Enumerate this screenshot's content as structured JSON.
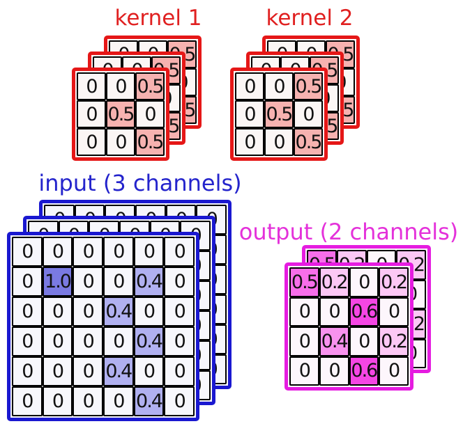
{
  "titles": {
    "kernel1": "kernel 1",
    "kernel2": "kernel 2",
    "input": "input (3 channels)",
    "output": "output (2 channels)"
  },
  "colors": {
    "background": "#ffffff",
    "kernel_stroke": "#e51717",
    "kernel_title": "#e02020",
    "input_stroke": "#1a18d0",
    "input_title": "#2424cc",
    "output_stroke": "#e51ce0",
    "output_title": "#e431da",
    "cell_border": "#000000",
    "cell_text": "#111111"
  },
  "stacks": {
    "kernel1": {
      "channels": 3,
      "rows": [
        [
          "0",
          "0",
          "0.5"
        ],
        [
          "0",
          "0.5",
          "0"
        ],
        [
          "0",
          "0",
          "0.5"
        ]
      ],
      "cell_fills": {
        "0": "#fbf6f5",
        "0.5": "#f6b2b0"
      }
    },
    "kernel2": {
      "channels": 3,
      "rows": [
        [
          "0",
          "0",
          "0.5"
        ],
        [
          "0",
          "0.5",
          "0"
        ],
        [
          "0",
          "0",
          "0.5"
        ]
      ],
      "cell_fills": {
        "0": "#fbf6f5",
        "0.5": "#f6b2b0"
      }
    },
    "input": {
      "channels": 3,
      "rows": [
        [
          "0",
          "0",
          "0",
          "0",
          "0",
          "0"
        ],
        [
          "0",
          "1.0",
          "0",
          "0",
          "0.4",
          "0"
        ],
        [
          "0",
          "0",
          "0",
          "0.4",
          "0",
          "0"
        ],
        [
          "0",
          "0",
          "0",
          "0",
          "0.4",
          "0"
        ],
        [
          "0",
          "0",
          "0",
          "0.4",
          "0",
          "0"
        ],
        [
          "0",
          "0",
          "0",
          "0",
          "0.4",
          "0"
        ]
      ],
      "cell_fills": {
        "0": "#f7f7fc",
        "0.4": "#b0b0f0",
        "1.0": "#7a7ae2"
      }
    },
    "output": {
      "channels": 2,
      "rows": [
        [
          "0.5",
          "0.2",
          "0",
          "0.2"
        ],
        [
          "0",
          "0",
          "0.6",
          "0"
        ],
        [
          "0",
          "0.4",
          "0",
          "0.2"
        ],
        [
          "0",
          "0",
          "0.6",
          "0"
        ]
      ],
      "cell_fills": {
        "0": "#fdf6fc",
        "0.2": "#fcc8f5",
        "0.4": "#f892ee",
        "0.5": "#f76eea",
        "0.6": "#f546e4"
      }
    }
  }
}
